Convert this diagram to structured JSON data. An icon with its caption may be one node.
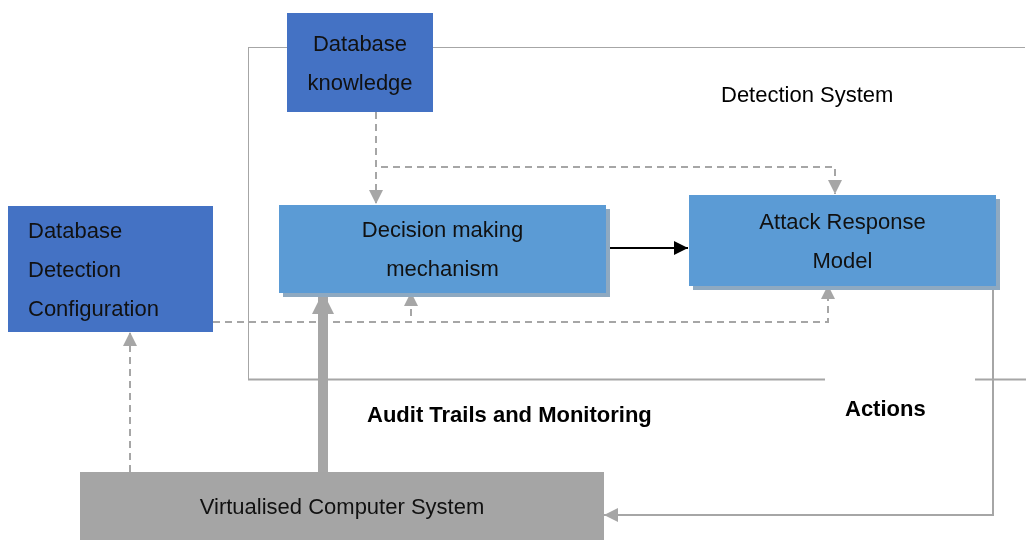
{
  "diagram": {
    "nodes": [
      {
        "text": [
          "Detection System"
        ]
      },
      {
        "text": [
          "Database knowledge"
        ]
      },
      {
        "text": [
          "Decision making mechanism"
        ],
        "in": 0
      },
      {
        "text": [
          "Attack Response Model"
        ],
        "in": 0
      },
      {
        "text": [
          "Database Detection Configuration"
        ]
      },
      {
        "text": [
          "Virtualised Computer System"
        ]
      }
    ],
    "edges": [
      {
        "from": 1,
        "to": 2,
        "arrow": "to",
        "style": "dashed"
      },
      {
        "from": 1,
        "to": 3,
        "arrow": "to",
        "style": "dashed"
      },
      {
        "from": 2,
        "to": 3,
        "arrow": "to",
        "color": "#000000"
      },
      {
        "from": 4,
        "to": 2,
        "arrow": "to",
        "style": "dashed"
      },
      {
        "from": 4,
        "to": 3,
        "arrow": "to",
        "style": "dashed"
      },
      {
        "from": 5,
        "to": 4,
        "arrow": "to",
        "style": "dashed"
      },
      {
        "from": 5,
        "to": 2,
        "arrow": "to",
        "style": "thick",
        "label": "Audit Trails and Monitoring"
      },
      {
        "from": 3,
        "to": 5,
        "arrow": "to",
        "label": "Actions"
      }
    ]
  }
}
